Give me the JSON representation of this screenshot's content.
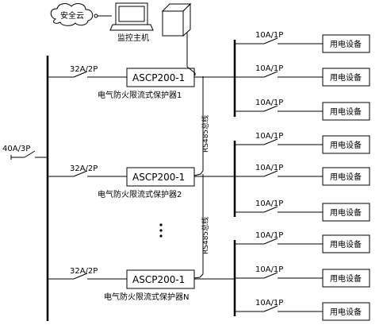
{
  "cloud": {
    "label": "安全云"
  },
  "host": {
    "label": "监控主机"
  },
  "main_breaker": {
    "label": "40A/3P"
  },
  "rs485": {
    "upper": "RS485总线",
    "lower": "RS485总线"
  },
  "protectors": [
    {
      "breaker": "32A/2P",
      "model": "ASCP200-1",
      "caption": "电气防火限流式保护器1",
      "loads": [
        {
          "breaker": "10A/1P",
          "device": "用电设备"
        },
        {
          "breaker": "10A/1P",
          "device": "用电设备"
        },
        {
          "breaker": "10A/1P",
          "device": "用电设备"
        }
      ]
    },
    {
      "breaker": "32A/2P",
      "model": "ASCP200-1",
      "caption": "电气防火限流式保护器2",
      "loads": [
        {
          "breaker": "10A/1P",
          "device": "用电设备"
        },
        {
          "breaker": "10A/1P",
          "device": "用电设备"
        },
        {
          "breaker": "10A/1P",
          "device": "用电设备"
        }
      ]
    },
    {
      "breaker": "32A/2P",
      "model": "ASCP200-1",
      "caption": "电气防火限流式保护器N",
      "loads": [
        {
          "breaker": "10A/1P",
          "device": "用电设备"
        },
        {
          "breaker": "10A/1P",
          "device": "用电设备"
        },
        {
          "breaker": "10A/1P",
          "device": "用电设备"
        }
      ]
    }
  ]
}
